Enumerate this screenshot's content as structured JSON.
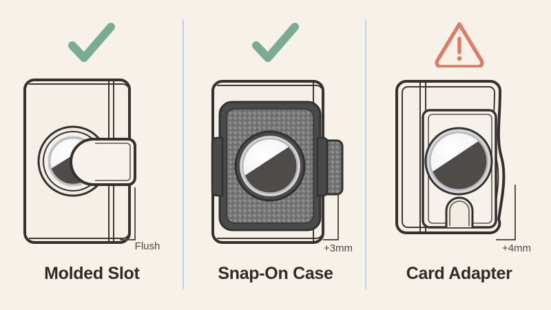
{
  "figure": {
    "background_color": "#f7f1ea",
    "divider_color": "#bcd1e3",
    "ink_color": "#33302d",
    "ok_color": "#7aab94",
    "warn_color": "#d87f68",
    "title_color": "#2f2b29"
  },
  "panels": [
    {
      "id": "molded-slot",
      "title": "Molded Slot",
      "status": "check",
      "status_icon": "check-icon",
      "status_color": "#7aab94",
      "dimension_label": "Flush",
      "illustration": "wallet-with-molded-airtag-slot-and-strap"
    },
    {
      "id": "snap-on-case",
      "title": "Snap-On Case",
      "status": "check",
      "status_icon": "check-icon",
      "status_color": "#7aab94",
      "dimension_label": "+3mm",
      "illustration": "wallet-with-carbon-fiber-snap-on-case"
    },
    {
      "id": "card-adapter",
      "title": "Card Adapter",
      "status": "warning",
      "status_icon": "warning-triangle-icon",
      "status_color": "#d87f68",
      "dimension_label": "+4mm",
      "illustration": "wallet-with-card-sleeve-adapter-and-thumb-notch"
    }
  ]
}
